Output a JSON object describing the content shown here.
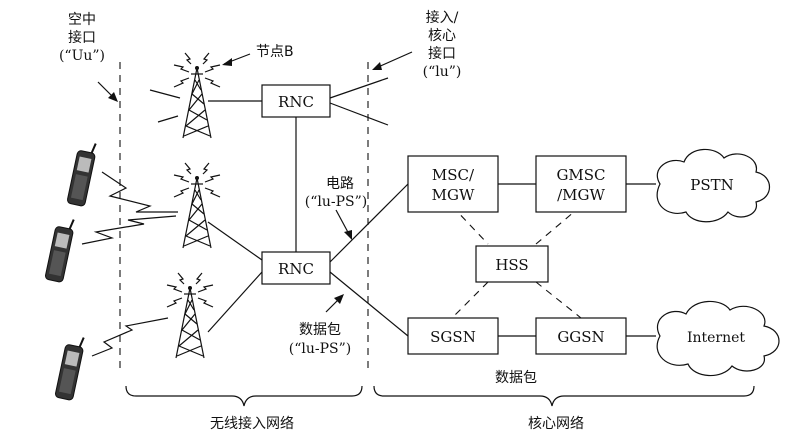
{
  "labels": {
    "air_if": [
      "空中",
      "接口",
      "(“Uu”)"
    ],
    "nodeb": "节点B",
    "access_core_if": [
      "接入/",
      "核心",
      "接口",
      "(“lu”)"
    ],
    "circuit": [
      "电路",
      "(“lu-PS”)"
    ],
    "packet_mid": [
      "数据包",
      "(“lu-PS”)"
    ],
    "packet_bottom": "数据包",
    "ran": "无线接入网络",
    "core": "核心网络"
  },
  "nodes": {
    "rnc_top": "RNC",
    "rnc_mid": "RNC",
    "msc": [
      "MSC/",
      "MGW"
    ],
    "gmsc": [
      "GMSC",
      "/MGW"
    ],
    "hss": "HSS",
    "sgsn": "SGSN",
    "ggsn": "GGSN",
    "pstn": "PSTN",
    "internet": "Internet"
  }
}
